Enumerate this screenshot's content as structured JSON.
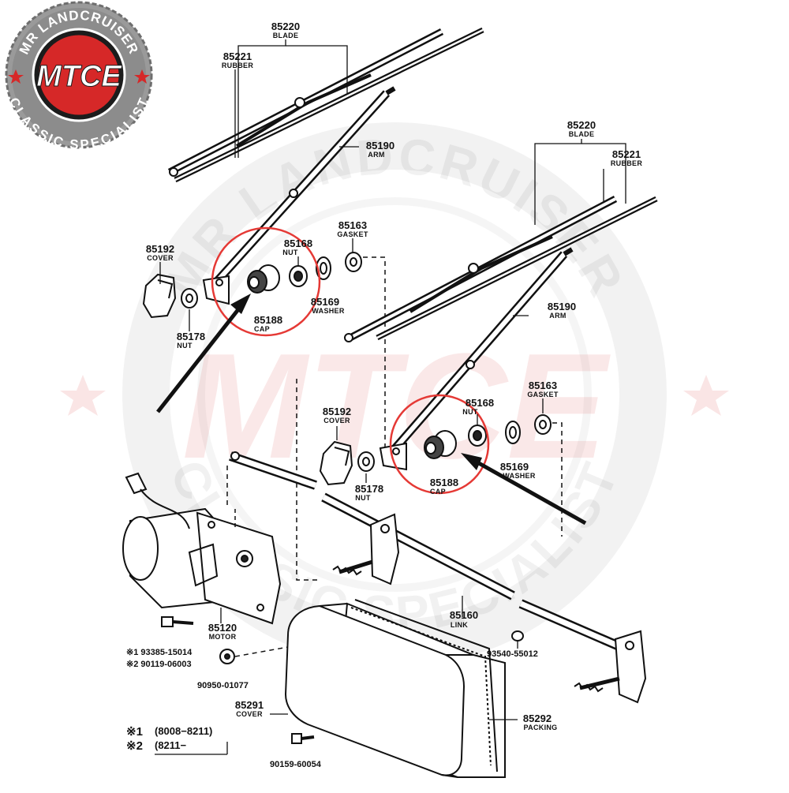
{
  "logo": {
    "top_text": "MR LANDCRUISER",
    "bottom_text": "CLASSIC SPECIALIST",
    "monogram": "MTCE",
    "colors": {
      "ring": "#8c8c8c",
      "dark": "#1c1c1c",
      "accent": "#d62828",
      "text": "#ffffff"
    }
  },
  "watermark": {
    "top_text": "MR LANDCRUISER",
    "bottom_text": "CLASSIC SPECIALIST",
    "monogram": "MTCE"
  },
  "labels": {
    "blade_1": {
      "num": "85220",
      "name": "BLADE"
    },
    "rubber_1": {
      "num": "85221",
      "name": "RUBBER"
    },
    "arm_1": {
      "num": "85190",
      "name": "ARM"
    },
    "gasket_1": {
      "num": "85163",
      "name": "GASKET"
    },
    "nut_top_1": {
      "num": "85168",
      "name": "NUT"
    },
    "cover_1": {
      "num": "85192",
      "name": "COVER"
    },
    "washer_1": {
      "num": "85169",
      "name": "WASHER"
    },
    "cap_1": {
      "num": "85188",
      "name": "CAP"
    },
    "nut_1": {
      "num": "85178",
      "name": "NUT"
    },
    "blade_2": {
      "num": "85220",
      "name": "BLADE"
    },
    "rubber_2": {
      "num": "85221",
      "name": "RUBBER"
    },
    "arm_2": {
      "num": "85190",
      "name": "ARM"
    },
    "gasket_2": {
      "num": "85163",
      "name": "GASKET"
    },
    "nut_top_2": {
      "num": "85168",
      "name": "NUT"
    },
    "cover_2": {
      "num": "85192",
      "name": "COVER"
    },
    "washer_2": {
      "num": "85169",
      "name": "WASHER"
    },
    "cap_2": {
      "num": "85188",
      "name": "CAP"
    },
    "nut_2": {
      "num": "85178",
      "name": "NUT"
    },
    "link": {
      "num": "85160",
      "name": "LINK"
    },
    "motor": {
      "num": "85120",
      "name": "MOTOR"
    },
    "cover_box": {
      "num": "85291",
      "name": "COVER"
    },
    "packing": {
      "num": "85292",
      "name": "PACKING"
    }
  },
  "part_numbers": {
    "bolt_1": "※1 93385-15014",
    "bolt_2": "※2 90119-06003",
    "grommet": "90950-01077",
    "screw_right": "93540-55012",
    "screw_bottom": "90159-60054"
  },
  "legend": [
    {
      "mark": "※1",
      "range": "(8008−8211)"
    },
    {
      "mark": "※2",
      "range": "(8211−"
    }
  ],
  "highlight_color": "#e53935",
  "arrow_color": "#111111"
}
